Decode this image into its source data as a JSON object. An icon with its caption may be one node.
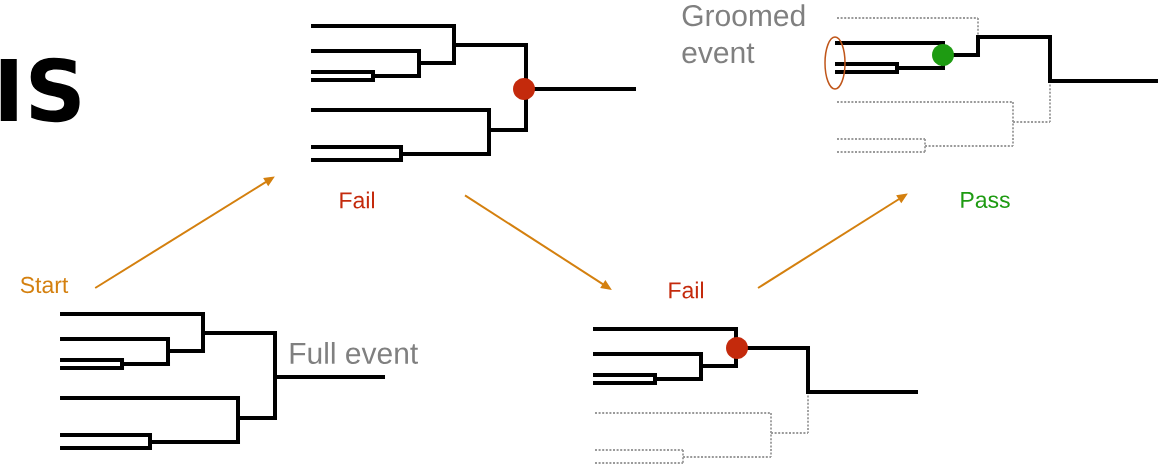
{
  "diagram": {
    "title": "IS",
    "nodes": [
      {
        "text": [
          "Start"
        ]
      },
      {
        "text": [
          "Full event"
        ]
      },
      {
        "text": [],
        "shape": "picture",
        "beside": [
          "Fail"
        ]
      },
      {
        "text": [],
        "shape": "picture",
        "beside": [
          "Fail"
        ]
      },
      {
        "text": [],
        "shape": "picture",
        "beside": [
          "Groomed event",
          "Pass"
        ]
      }
    ],
    "edges": [
      {
        "from": 0,
        "to": 2,
        "arrow": "to"
      },
      {
        "from": 2,
        "to": 3,
        "arrow": "to"
      },
      {
        "from": 3,
        "to": 4,
        "arrow": "to"
      }
    ]
  }
}
